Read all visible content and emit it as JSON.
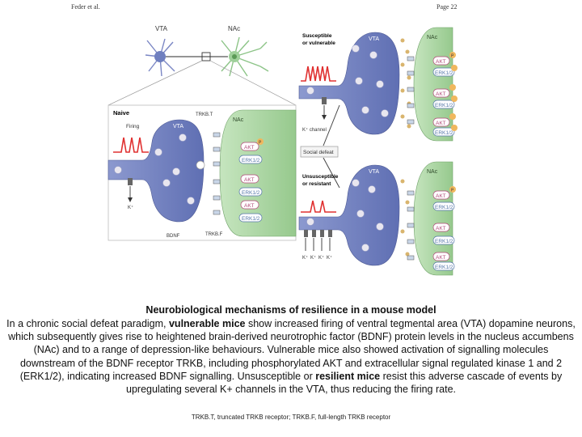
{
  "header": {
    "author": "Feder et al.",
    "page": "Page 22"
  },
  "figure": {
    "vta": "VTA",
    "nac": "NAc",
    "naive": "Naive",
    "firing": "Firing",
    "trkb_t": "TRKB.T",
    "trkb_f": "TRKB.F",
    "bdnf": "BDNF",
    "k_plus": "K⁺",
    "k_channel": "K⁺ channel",
    "social_defeat": "Social defeat",
    "susceptible_l1": "Susceptible",
    "susceptible_l2": "or vulnerable",
    "unsusceptible_l1": "Unsusceptible",
    "unsusceptible_l2": "or resistant",
    "akt": "AKT",
    "erk": "ERK1/2",
    "p": "P"
  },
  "caption": {
    "title": "Neurobiological mechanisms of resilience in a mouse model",
    "p1": "In a chronic social defeat paradigm, ",
    "b1": "vulnerable mice",
    "p2": " show increased firing of ventral tegmental area (VTA) dopamine neurons, which subsequently gives rise to heightened brain-derived neurotrophic factor (BDNF) protein levels in the nucleus accumbens (NAc) and to a range of depression-like behaviours. Vulnerable mice also showed activation of signalling molecules downstream of the BDNF receptor TRKB, including phosphorylated AKT and extracellular signal regulated kinase 1 and 2 (ERK1/2), indicating increased BDNF signalling. Unsusceptible or ",
    "b2": "resilient mice",
    "p3": " resist this adverse cascade of events by upregulating several K+ channels in the VTA, thus reducing the firing rate.",
    "footnote": "TRKB.T, truncated TRKB receptor; TRKB.F, full-length TRKB receptor"
  },
  "colors": {
    "vta_fill": "#6f7fbf",
    "nac_fill": "#a9d3a1",
    "firing": "#e03030",
    "vesicle": "#d9b56e",
    "p_badge": "#f0b75e"
  }
}
